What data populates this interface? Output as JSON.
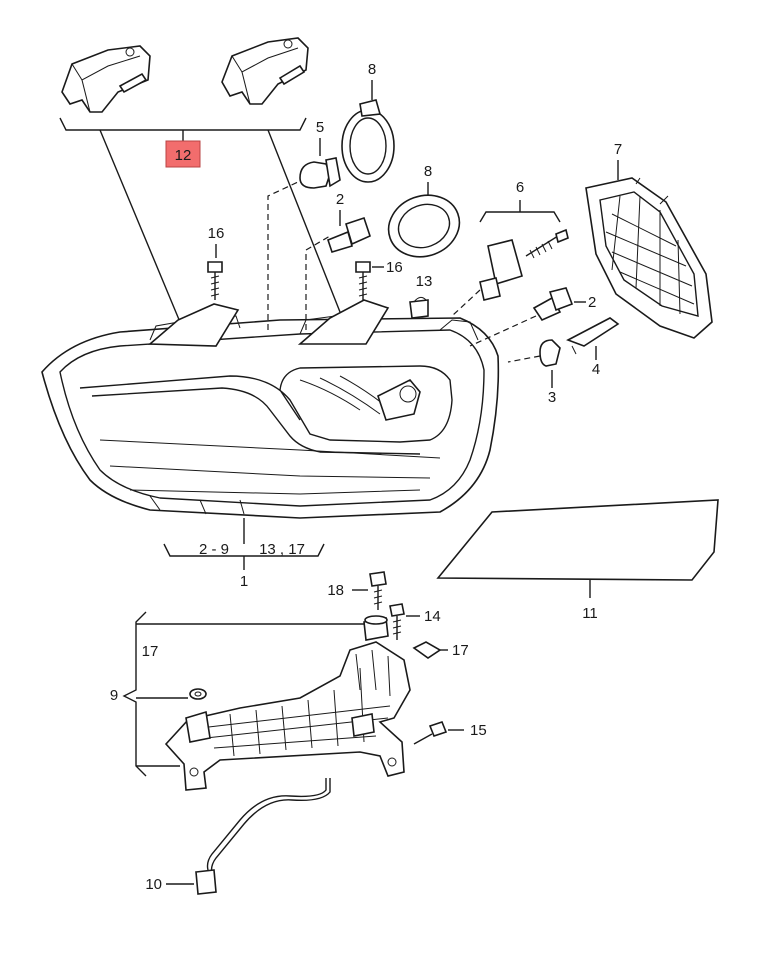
{
  "callouts": {
    "c1": "1",
    "c2a": "2",
    "c2b": "2",
    "c3": "3",
    "c4": "4",
    "c5": "5",
    "c6": "6",
    "c7": "7",
    "c8a": "8",
    "c8b": "8",
    "c9": "9",
    "c10": "10",
    "c11": "11",
    "c12": "12",
    "c13": "13",
    "c14": "14",
    "c15": "15",
    "c16a": "16",
    "c16b": "16",
    "c17a": "17",
    "c17b": "17",
    "c18": "18",
    "group_range": "2 - 9",
    "group_extra": "13 , 17"
  },
  "colors": {
    "highlight": "#f26d6d",
    "line": "#1a1a1a"
  }
}
